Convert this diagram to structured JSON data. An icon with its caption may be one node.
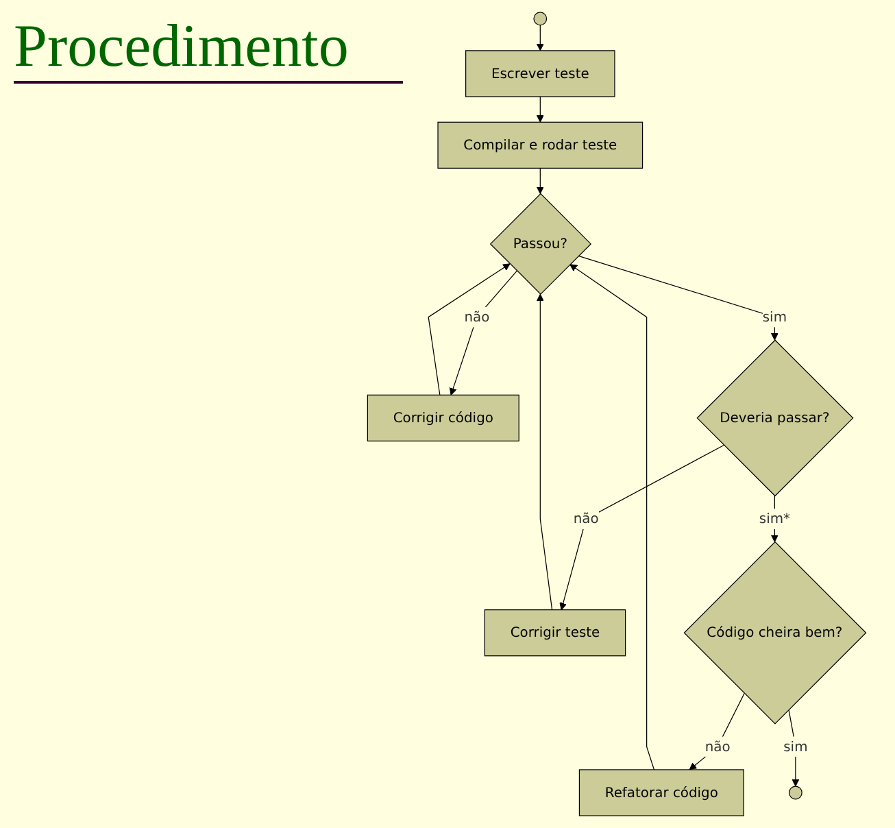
{
  "diagram": {
    "title": "Procedimento",
    "nodes": [
      {
        "text": [],
        "shape": "circle"
      },
      {
        "text": [
          "Escrever teste"
        ]
      },
      {
        "text": [
          "Compilar e rodar teste"
        ]
      },
      {
        "text": [
          "Passou?"
        ]
      },
      {
        "text": [
          "Corrigir código"
        ]
      },
      {
        "text": [
          "Deveria passar?"
        ]
      },
      {
        "text": [
          "Corrigir teste"
        ]
      },
      {
        "text": [
          "Código cheira bem?"
        ]
      },
      {
        "text": [
          "Refatorar código"
        ]
      },
      {
        "text": [],
        "shape": "circle"
      }
    ],
    "edges": [
      {
        "from": 0,
        "to": 1,
        "arrow": "to"
      },
      {
        "from": 1,
        "to": 2,
        "arrow": "to"
      },
      {
        "from": 2,
        "to": 3,
        "arrow": "to"
      },
      {
        "from": 3,
        "to": 4,
        "arrow": "to",
        "label": "não"
      },
      {
        "from": 3,
        "to": 5,
        "arrow": "to",
        "label": "sim"
      },
      {
        "from": 5,
        "to": 6,
        "arrow": "to",
        "label": "não"
      },
      {
        "from": 5,
        "to": 7,
        "arrow": "to",
        "label": "sim*"
      },
      {
        "from": 7,
        "to": 8,
        "arrow": "to",
        "label": "não"
      },
      {
        "from": 7,
        "to": 9,
        "arrow": "to",
        "label": "sim"
      },
      {
        "from": 4,
        "to": 3,
        "arrow": "to"
      },
      {
        "from": 6,
        "to": 3,
        "arrow": "to"
      },
      {
        "from": 8,
        "to": 3,
        "arrow": "to"
      }
    ]
  }
}
